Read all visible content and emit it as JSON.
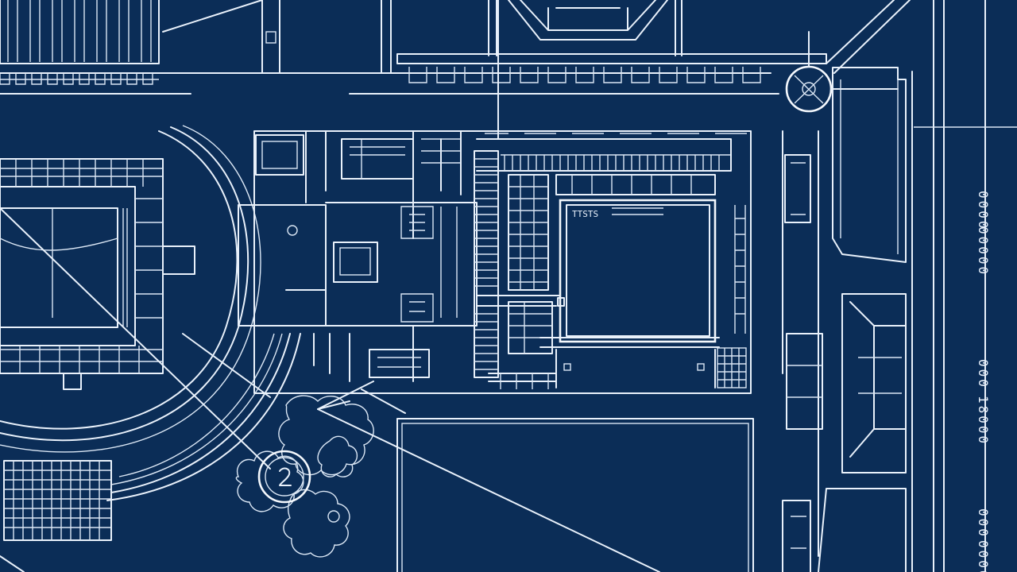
{
  "drawing": {
    "background": "#0b2d57",
    "line_color": "#e9f1fb",
    "panel_label": "TTSTS",
    "margin_labels": [
      "0000",
      "00000",
      "000",
      "18000",
      "000",
      "0000"
    ]
  }
}
